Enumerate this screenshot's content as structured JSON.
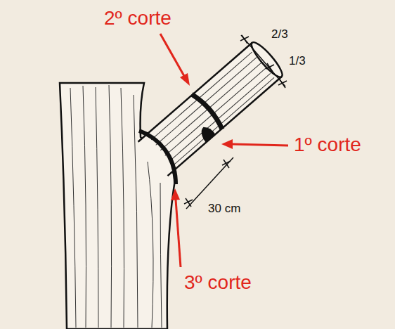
{
  "diagram": {
    "labels": [
      "2º corte",
      "2/3",
      "1/3",
      "1º corte",
      "30 cm",
      "3º corte"
    ]
  }
}
